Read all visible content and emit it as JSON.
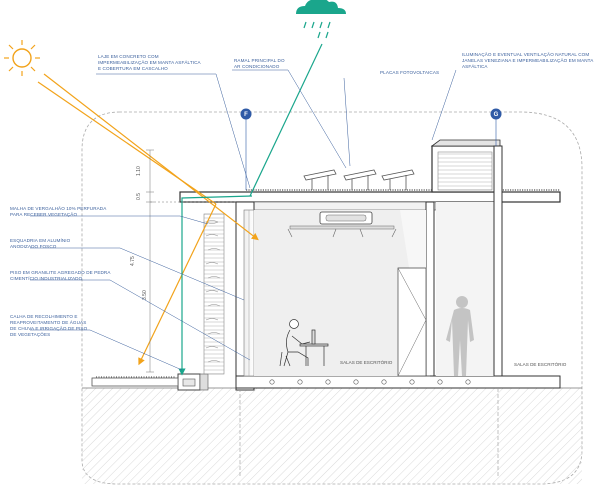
{
  "labels": {
    "slab": [
      "LAJE EM CONCRETO COM",
      "IMPERMEABILIZAÇÃO EM MANTA ASFÁLTICA",
      "E COBERTURA EM CASCALHO"
    ],
    "hvac": [
      "RAMAL PRINCIPAL DO",
      "AR CONDICIONADO"
    ],
    "pv": [
      "PLACAS FOTOVOLTAICAS"
    ],
    "light": [
      "ILUMINAÇÃO E EVENTUAL VENTILAÇÃO NATURAL COM",
      "JANELAS VENEZIANA E IMPERMEABILIZAÇÃO EM MANTA",
      "ASFÁLTICA"
    ],
    "mesh": [
      "MALHA DE VERGALHÃO 10% PERFURADA",
      "PARA RECEBER VEGETAÇÃO"
    ],
    "frame": [
      "ESQUADRIA EM ALUMÍNIO",
      "ANODIZADO FOSCO"
    ],
    "floor": [
      "PISO EM GRANILITE AGREGADO DE PEDRA",
      "CIMENTÍCIO INDUSTRIALIZADO"
    ],
    "gutter": [
      "CALHA DE RECOLHIMENTO E",
      "REAPROVEITAMENTO DE ÁGUAS",
      "DE CHUVA E IRRIGAÇÃO DE PISO",
      "DE VEGETAÇÕES"
    ]
  },
  "markers": {
    "left": "F",
    "right": "G"
  },
  "dimensions": {
    "d1": "1.10",
    "d2": "0.5",
    "d3": "4.75",
    "d4": "3.50"
  },
  "rooms": {
    "office1": "SALAS DE ESCRITÓRIO",
    "office2": "SALAS DE ESCRITÓRIO"
  },
  "colors": {
    "sun": "#f2a31b",
    "rain": "#1aa68c",
    "label": "#3a5f9c",
    "marker": "#2f5aa6"
  },
  "icons": [
    "sun-icon",
    "rain-cloud-icon"
  ]
}
